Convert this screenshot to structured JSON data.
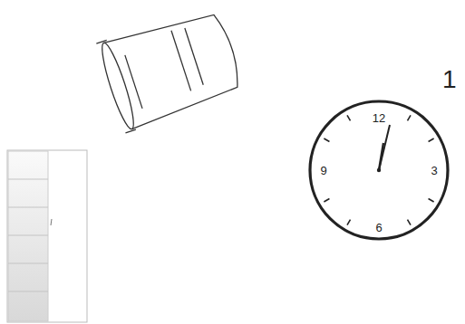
{
  "diagram": {
    "nodes": [
      {
        "text": [
          "12",
          "9",
          "3",
          "6"
        ]
      }
    ],
    "labels": [
      "1"
    ]
  }
}
